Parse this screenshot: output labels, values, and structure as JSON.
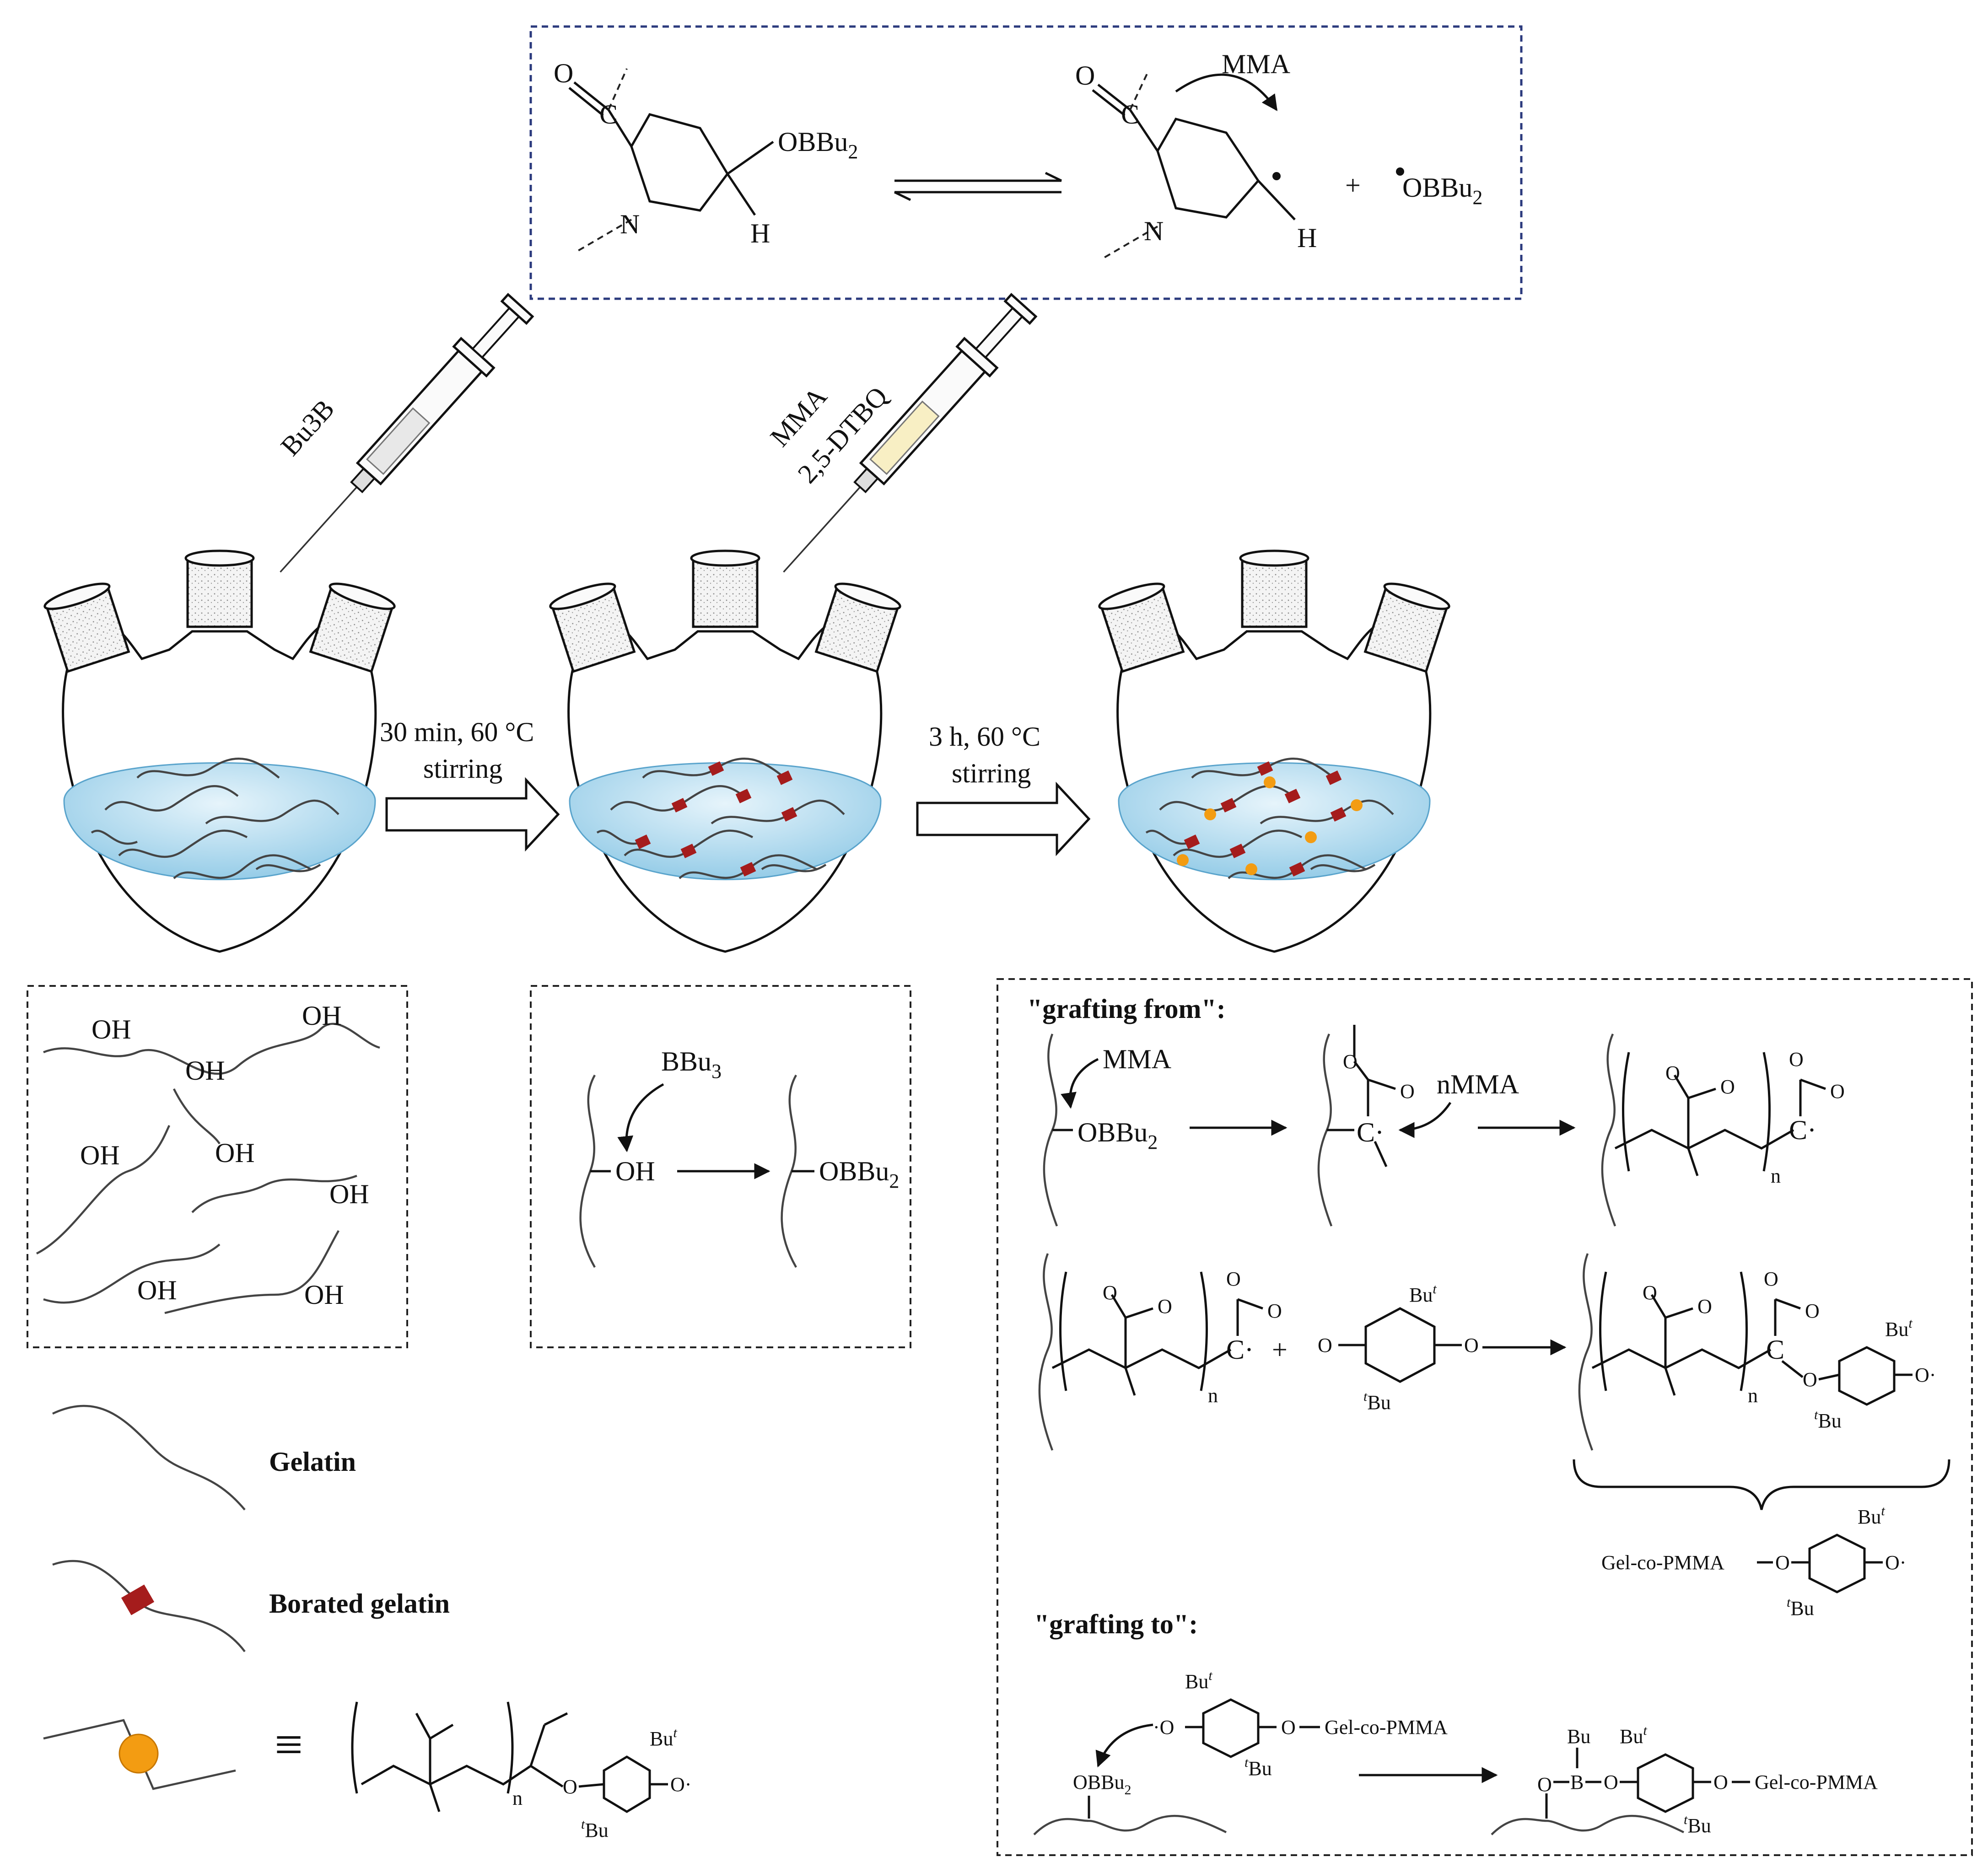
{
  "top_panel": {
    "left_group": "OBBu",
    "left_group_sub": "2",
    "n_label": "N",
    "h_label": "H",
    "o_label": "O",
    "c_label": "C",
    "arrow_label": "MMA",
    "plus": "+",
    "radical_group": "OBBu",
    "radical_group_sub": "2"
  },
  "syringes": {
    "first": "Bu3B",
    "second_line1": "MMA",
    "second_line2": "2,5-DTBQ"
  },
  "steps": {
    "step1_line1": "30 min, 60 °C",
    "step1_line2": "stirring",
    "step2_line1": "3 h, 60 °C",
    "step2_line2": "stirring"
  },
  "gelatin_box": {
    "oh": "OH"
  },
  "boration_box": {
    "reagent": "BBu",
    "reagent_sub": "3",
    "oh": "OH",
    "product": "OBBu",
    "product_sub": "2"
  },
  "legend": {
    "gelatin": "Gelatin",
    "borated": "Borated gelatin",
    "equiv": "≡",
    "bu_t": "Bu",
    "bu_t_sup": "t",
    "o_dot": "O·",
    "n": "n"
  },
  "right_panel": {
    "grafting_from": "\"grafting from\":",
    "grafting_to": "\"grafting to\":",
    "mma": "MMA",
    "nmma": "nMMA",
    "obbu2": "OBBu",
    "sub2": "2",
    "c_radical": "C·",
    "o": "O",
    "n": "n",
    "plus": "+",
    "bu": "Bu",
    "t": "t",
    "o_dot": "O·",
    "gel_co_pmma": "Gel-co-PMMA",
    "dot_o": "·O",
    "b": "B"
  },
  "colors": {
    "frame_blue": "#2b3a7d",
    "liquid": "#bfe1f2",
    "borate_marker": "#a51c1c",
    "quinone_marker": "#f39c12"
  }
}
